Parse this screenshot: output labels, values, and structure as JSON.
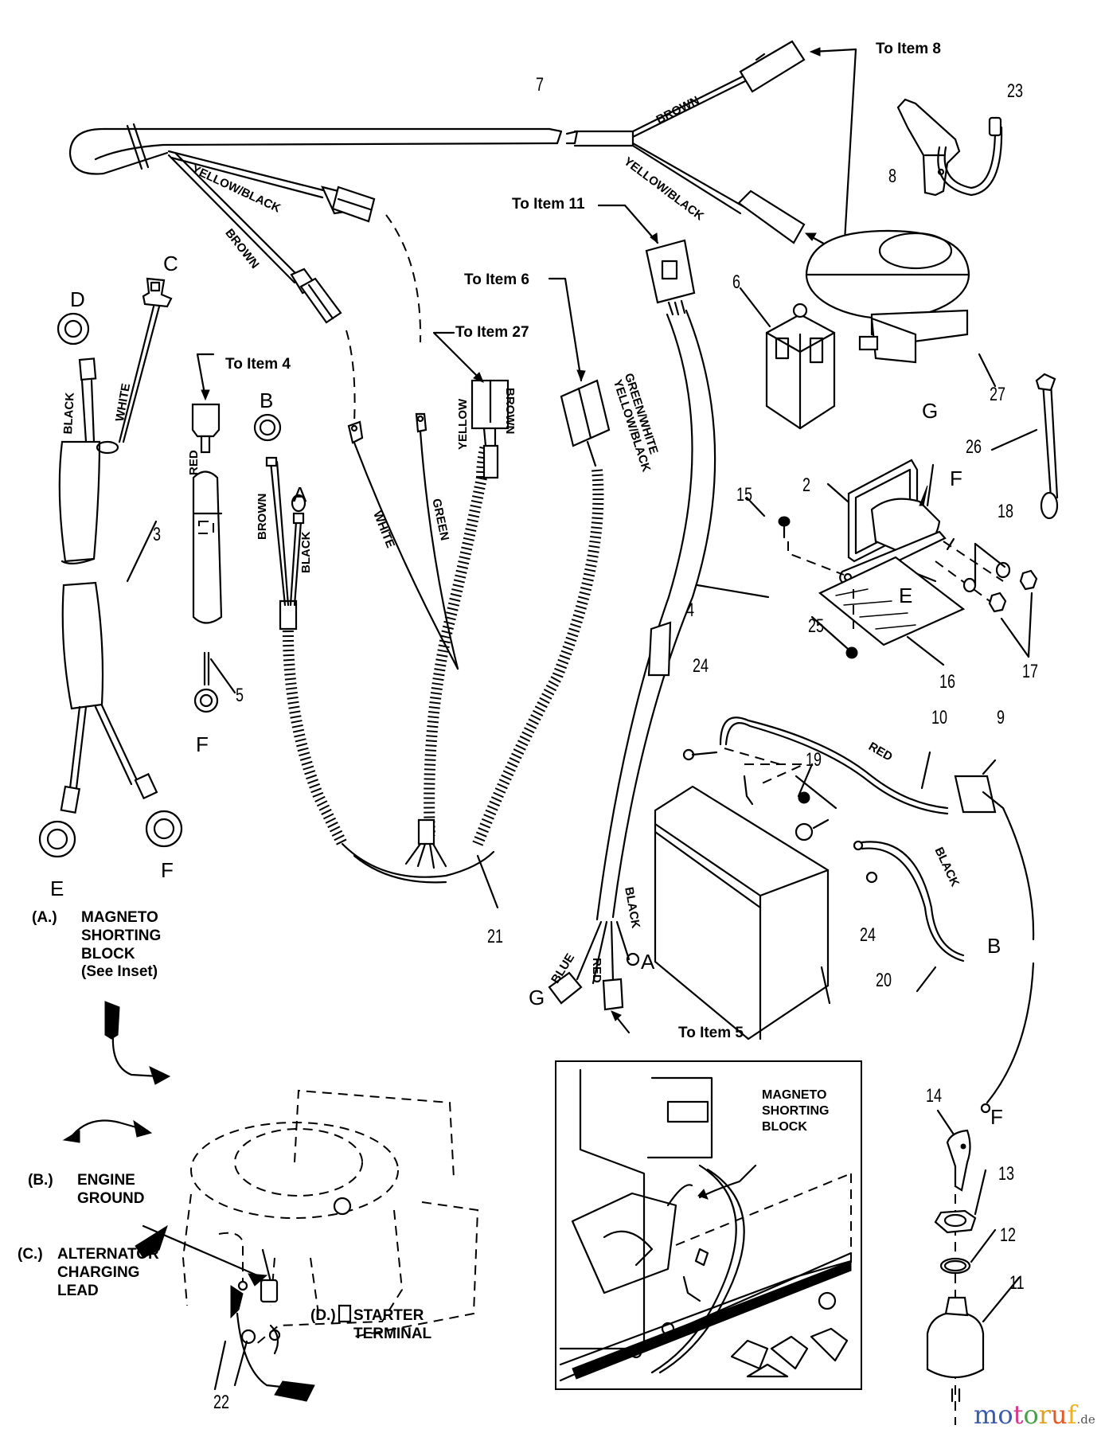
{
  "diagram": {
    "title": "Wiring harness and electrical components (exploded parts view)",
    "part_numbers": [
      "2",
      "3",
      "4",
      "5",
      "6",
      "7",
      "8",
      "9",
      "10",
      "11",
      "12",
      "13",
      "14",
      "15",
      "16",
      "17",
      "18",
      "19",
      "20",
      "21",
      "22",
      "23",
      "24",
      "24",
      "25",
      "26",
      "27"
    ],
    "references": {
      "to_item_8": "To Item 8",
      "to_item_11": "To Item 11",
      "to_item_6": "To Item 6",
      "to_item_27": "To Item 27",
      "to_item_4": "To Item 4",
      "to_item_5": "To Item 5"
    },
    "wire_colors": {
      "brown_top": "BROWN",
      "yellow_black_top": "YELLOW/BLACK",
      "yellow_black_left": "YELLOW/BLACK",
      "brown_left": "BROWN",
      "black_d": "BLACK",
      "white_c": "WHITE",
      "red_fuse": "RED",
      "brown_b": "BROWN",
      "black_a": "BLACK",
      "white_harness": "WHITE",
      "green_harness": "GREEN",
      "yellow_conn": "YELLOW",
      "brown_conn": "BROWN",
      "green_white": "GREEN/WHITE",
      "yellow_black_conn": "YELLOW/BLACK",
      "blue": "BLUE",
      "red_bottom": "RED",
      "black_bottom": "BLACK",
      "red_battery": "RED",
      "black_battery": "BLACK"
    },
    "terminal_letters": {
      "D": "D",
      "C": "C",
      "B": "B",
      "A": "A",
      "E": "E",
      "F": "F",
      "G": "G"
    },
    "callouts": {
      "a_prefix": "(A.)",
      "a_lines": [
        "MAGNETO",
        "SHORTING",
        "BLOCK",
        "(See Inset)"
      ],
      "b_prefix": "(B.)",
      "b_lines": [
        "ENGINE",
        "GROUND"
      ],
      "c_prefix": "(C.)",
      "c_lines": [
        "ALTERNATOR",
        "CHARGING",
        "LEAD"
      ],
      "d_prefix": "(D.)",
      "d_lines": [
        "STARTER",
        "TERMINAL"
      ]
    },
    "inset": {
      "label_lines": [
        "MAGNETO",
        "SHORTING",
        "BLOCK"
      ]
    },
    "watermark": {
      "letters": [
        {
          "ch": "m",
          "color": "#3b5bab"
        },
        {
          "ch": "o",
          "color": "#3b5bab"
        },
        {
          "ch": "t",
          "color": "#d83a8a"
        },
        {
          "ch": "o",
          "color": "#4aa04a"
        },
        {
          "ch": "r",
          "color": "#e0a020"
        },
        {
          "ch": "u",
          "color": "#e05a28"
        },
        {
          "ch": "f",
          "color": "#f0b020"
        }
      ],
      "suffix": ".de",
      "suffix_color": "#555555"
    }
  }
}
